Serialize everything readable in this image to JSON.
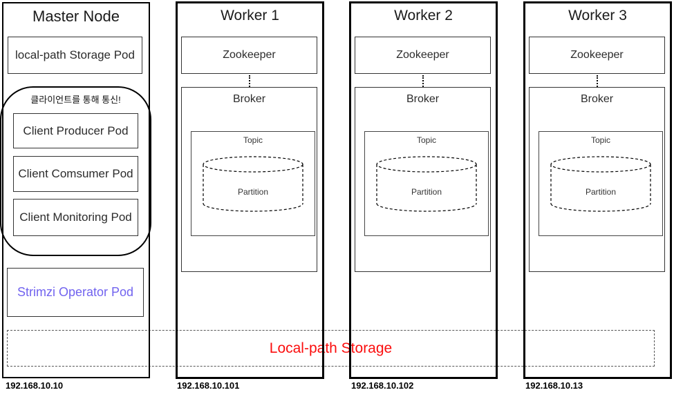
{
  "master": {
    "title": "Master Node",
    "storage_pod_label": "local-path Storage Pod",
    "client_group_note": "클라이언트를 통해 통신!",
    "client_pods": [
      {
        "label": "Client Producer Pod"
      },
      {
        "label": "Client Comsumer Pod"
      },
      {
        "label": "Client Monitoring Pod"
      }
    ],
    "operator_pod_label": "Strimzi Operator Pod",
    "operator_pod_color": "#7163ef",
    "ip": "192.168.10.10"
  },
  "workers": [
    {
      "title": "Worker 1",
      "zookeeper_label": "Zookeeper",
      "broker_label": "Broker",
      "topic_label": "Topic",
      "partition_label": "Partition",
      "ip": "192.168.10.101"
    },
    {
      "title": "Worker 2",
      "zookeeper_label": "Zookeeper",
      "broker_label": "Broker",
      "topic_label": "Topic",
      "partition_label": "Partition",
      "ip": "192.168.10.102"
    },
    {
      "title": "Worker 3",
      "zookeeper_label": "Zookeeper",
      "broker_label": "Broker",
      "topic_label": "Topic",
      "partition_label": "Partition",
      "ip": "192.168.10.13"
    }
  ],
  "storage_band": {
    "label": "Local-path Storage",
    "color": "#fb0d0d"
  }
}
